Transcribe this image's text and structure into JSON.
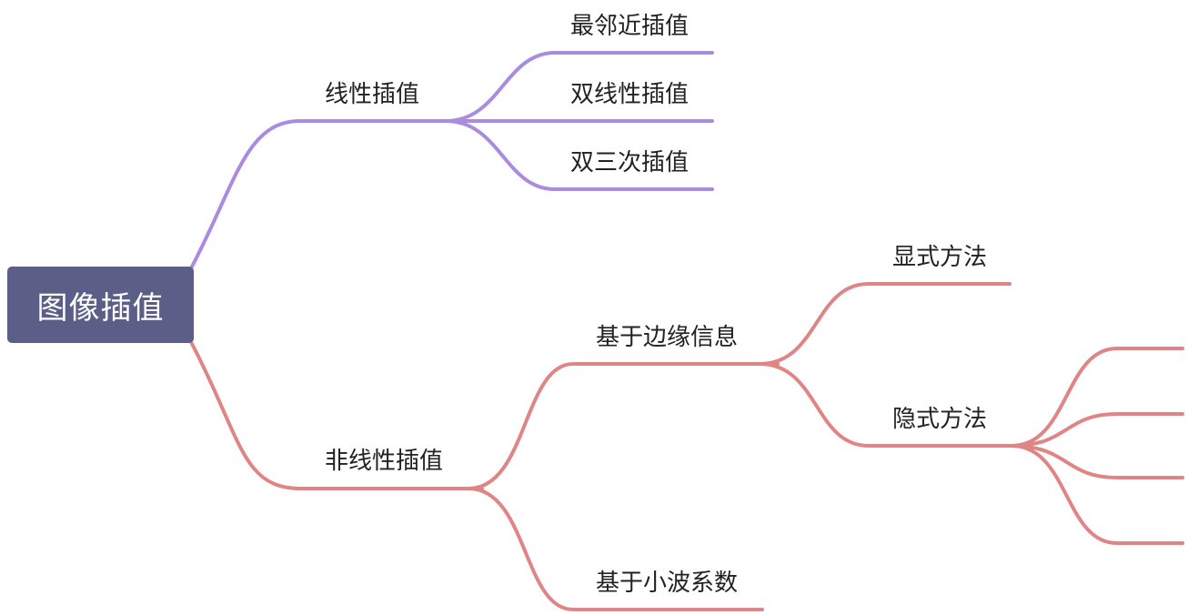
{
  "colors": {
    "root_bg": "#5b5f87",
    "root_text": "#ffffff",
    "linear_branch": "#a98be0",
    "nonlinear_branch": "#e08585",
    "label_text": "#222222"
  },
  "root": {
    "label": "图像插值"
  },
  "linear": {
    "label": "线性插值",
    "children": [
      {
        "label": "最邻近插值"
      },
      {
        "label": "双线性插值"
      },
      {
        "label": "双三次插值"
      }
    ]
  },
  "nonlinear": {
    "label": "非线性插值",
    "edge": {
      "label": "基于边缘信息",
      "explicit": {
        "label": "显式方法"
      },
      "implicit": {
        "label": "隐式方法",
        "leaf_count": 4
      }
    },
    "wavelet": {
      "label": "基于小波系数"
    }
  }
}
